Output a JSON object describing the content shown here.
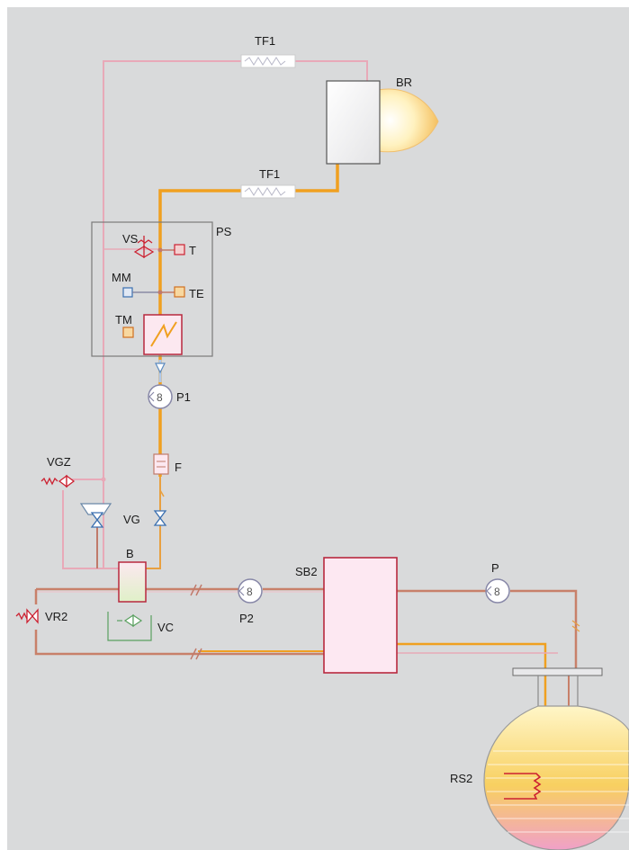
{
  "labels": {
    "tf1_top": "TF1",
    "br": "BR",
    "tf1_mid": "TF1",
    "ps": "PS",
    "vs": "VS",
    "t": "T",
    "mm": "MM",
    "te": "TE",
    "tm": "TM",
    "p1": "P1",
    "vgz": "VGZ",
    "f": "F",
    "vg": "VG",
    "b": "B",
    "sb2": "SB2",
    "p": "P",
    "vr2": "VR2",
    "p2": "P2",
    "vc": "VC",
    "rs2": "RS2"
  },
  "colors": {
    "background": "#d9dadb",
    "hot_line": "#f0a020",
    "pink_line": "#e8a9b8",
    "copper_line": "#c07a6a",
    "red_symbol": "#cc2030",
    "box_fill": "#fce8f0",
    "box_stroke": "#b8283e",
    "blue_symbol": "#3a6fb0",
    "green_symbol": "#5aa060"
  },
  "icons": [
    "flame-icon",
    "spring-valve-icon",
    "pump-icon",
    "filter-icon",
    "gate-valve-icon",
    "three-way-valve-icon",
    "heater-coil-icon"
  ]
}
